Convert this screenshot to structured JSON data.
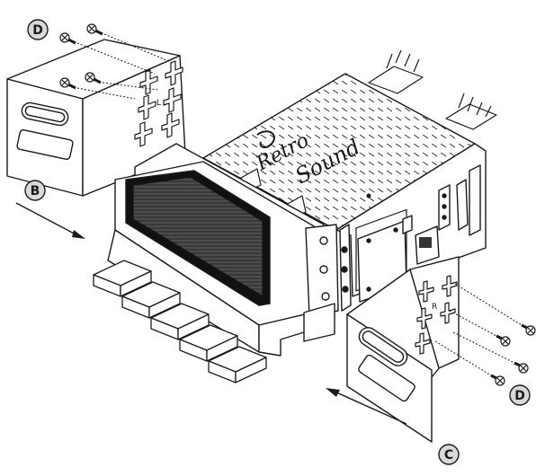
{
  "diagram": {
    "brand": {
      "part1": "Retro",
      "part2": "Sound"
    },
    "callouts": {
      "d_top": "D",
      "b": "B",
      "d_bottom": "D",
      "c": "C"
    },
    "bracket_marks": {
      "left": "L",
      "right": "R"
    },
    "colors": {
      "line": "#1a1a1a",
      "callout_fill": "#d9d9d9",
      "black_fill": "#111111",
      "dark_gray": "#555555"
    },
    "icon_names": [
      "screw-icon",
      "bracket-icon",
      "arrow-icon"
    ]
  }
}
